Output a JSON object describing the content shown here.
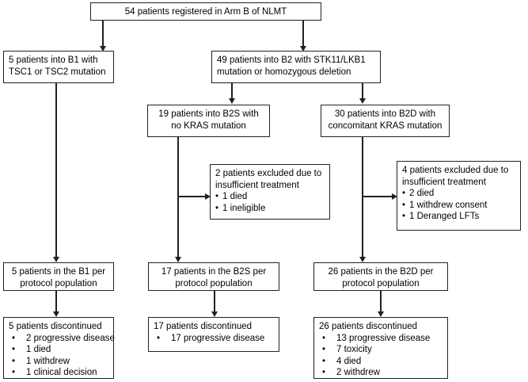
{
  "diagram": {
    "title": "CONSORT-style patient flow diagram for Arm B of NLMT",
    "nodes": {
      "registered": {
        "text": "54 patients registered in Arm B of NLMT"
      },
      "b1": {
        "line1": "5 patients into B1 with",
        "line2": "TSC1 or TSC2 mutation"
      },
      "b2": {
        "line1": "49 patients into B2 with STK11/LKB1",
        "line2": "mutation or homozygous deletion"
      },
      "b2s": {
        "line1": "19 patients into B2S with",
        "line2": "no KRAS mutation"
      },
      "b2d": {
        "line1": "30 patients into B2D with",
        "line2": "concomitant KRAS mutation"
      },
      "b2s_excluded": {
        "line1": "2 patients excluded due to",
        "line2": "insufficient treatment",
        "bullets": [
          "1 died",
          "1 ineligible"
        ]
      },
      "b2d_excluded": {
        "line1": "4 patients excluded due to",
        "line2": "insufficient treatment",
        "bullets": [
          "2 died",
          "1 withdrew consent",
          "1 Deranged LFTs"
        ]
      },
      "b1_pp": {
        "line1": "5 patients in the B1 per",
        "line2": "protocol population"
      },
      "b2s_pp": {
        "line1": "17 patients in the B2S per",
        "line2": "protocol population"
      },
      "b2d_pp": {
        "line1": "26 patients in the B2D per",
        "line2": "protocol population"
      },
      "b1_disc": {
        "header": "5 patients discontinued",
        "bullets": [
          "2 progressive disease",
          "1 died",
          "1 withdrew",
          "1 clinical decision"
        ]
      },
      "b2s_disc": {
        "header": "17 patients discontinued",
        "bullets": [
          "17 progressive disease"
        ]
      },
      "b2d_disc": {
        "header": "26 patients discontinued",
        "bullets": [
          "13 progressive disease",
          "7 toxicity",
          "4 died",
          "2 withdrew"
        ]
      }
    },
    "colors": {
      "border": "#222222",
      "connector": "#231f20",
      "background": "#ffffff",
      "text": "#000000"
    }
  }
}
